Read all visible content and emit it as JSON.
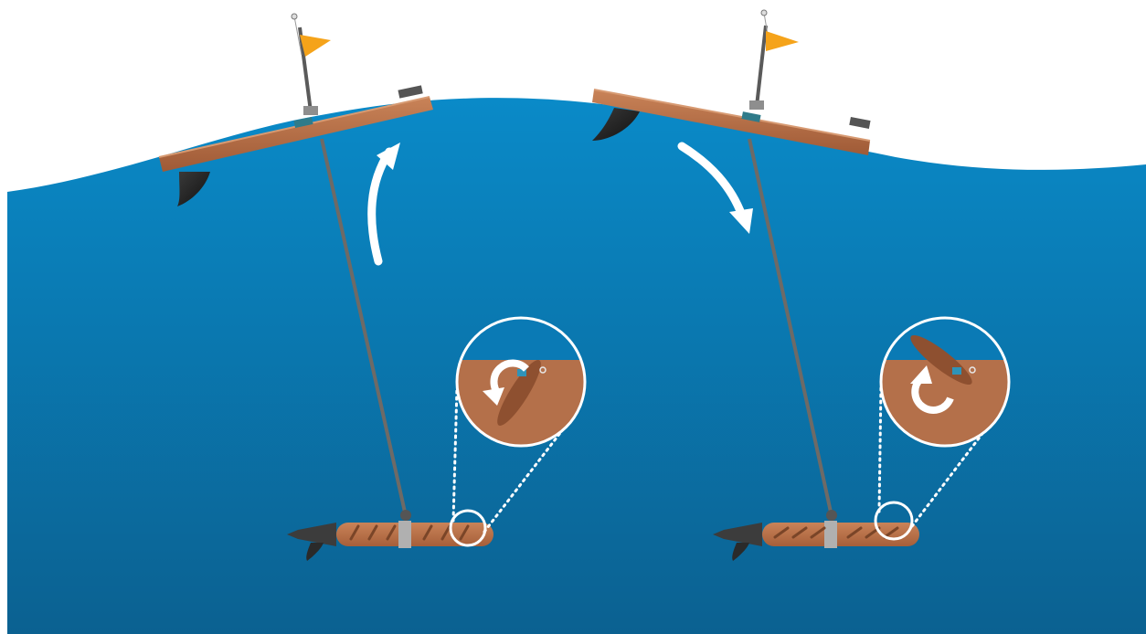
{
  "diagram": {
    "ocean_top_color": "#0a8ac8",
    "ocean_bottom_color": "#0b6191",
    "board_color": "#b86e47",
    "fin_color": "#1d1d1d",
    "flag_color": "#f5a31a",
    "tether_color": "#6e6a66",
    "arrow_color": "#ffffff",
    "phases": [
      {
        "name": "rising",
        "wave_motion": "up",
        "wing_rotation": "counterclockwise"
      },
      {
        "name": "falling",
        "wave_motion": "down",
        "wing_rotation": "clockwise"
      }
    ]
  }
}
